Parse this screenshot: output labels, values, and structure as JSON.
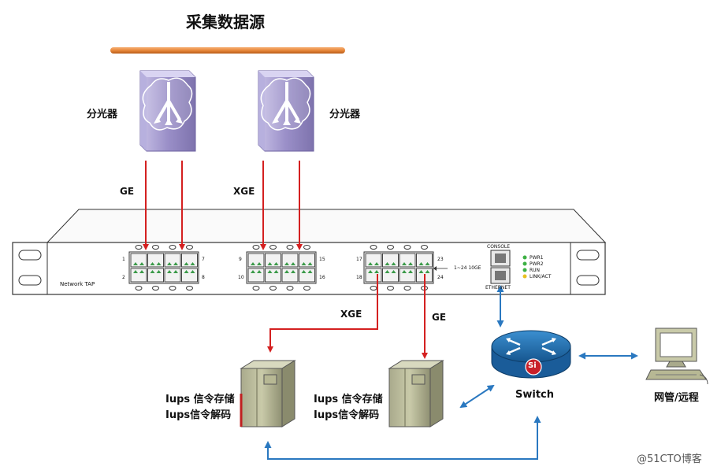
{
  "title": "采集数据源",
  "splitters": [
    {
      "label": "分光器"
    },
    {
      "label": "分光器"
    }
  ],
  "links": {
    "ge_top": "GE",
    "xge_top": "XGE",
    "xge_bottom": "XGE",
    "ge_bottom": "GE"
  },
  "tap": {
    "name": "Network TAP",
    "port_numbers": {
      "g1_tl": "1",
      "g1_bl": "2",
      "g1_tr": "7",
      "g1_br": "8",
      "g2_tl": "9",
      "g2_bl": "10",
      "g2_tr": "15",
      "g2_br": "16",
      "g3_tl": "17",
      "g3_bl": "18",
      "g3_tr": "23",
      "g3_br": "24"
    },
    "speed_note": "1~24 10GE",
    "console": "CONSOLE",
    "ethernet": "ETHERNET",
    "leds": [
      "PWR1",
      "PWR2",
      "RUN",
      "LINK/ACT"
    ]
  },
  "servers": [
    {
      "line1": "Iups 信令存储",
      "line2": "Iups信令解码"
    },
    {
      "line1": "Iups 信令存储",
      "line2": "Iups信令解码"
    }
  ],
  "switch": {
    "label": "Switch",
    "logo": "Si"
  },
  "pc": {
    "label": "网管/远程"
  },
  "watermark": "@51CTO博客",
  "colors": {
    "red_line": "#d42020",
    "blue_line": "#2a78c0",
    "splitter": "#9a8fc8",
    "orange_bar": "#e8883a"
  }
}
